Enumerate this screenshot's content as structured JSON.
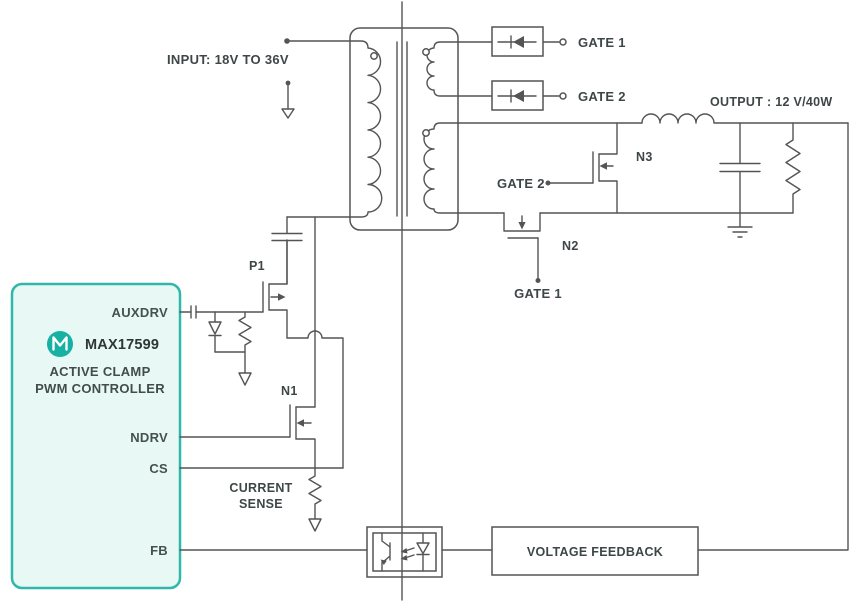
{
  "colors": {
    "line": "#545454",
    "text": "#3e4647",
    "block_border": "#2eb8aa",
    "block_fill": "#e8f8f5",
    "logo_circle": "#16b1a3"
  },
  "input": {
    "label": "INPUT: 18V TO 36V"
  },
  "output": {
    "label": "OUTPUT : 12 V/40W"
  },
  "gates": {
    "gate1": "GATE 1",
    "gate2": "GATE 2"
  },
  "controller": {
    "part": "MAX17599",
    "title_line1": "ACTIVE CLAMP",
    "title_line2": "PWM CONTROLLER",
    "pins": {
      "auxdrv": "AUXDRV",
      "ndrv": "NDRV",
      "cs": "CS",
      "fb": "FB"
    }
  },
  "transistors": {
    "p1": "P1",
    "n1": "N1",
    "n2": "N2",
    "n3": "N3"
  },
  "labels": {
    "current_sense_line1": "CURRENT",
    "current_sense_line2": "SENSE",
    "voltage_feedback": "VOLTAGE FEEDBACK"
  }
}
